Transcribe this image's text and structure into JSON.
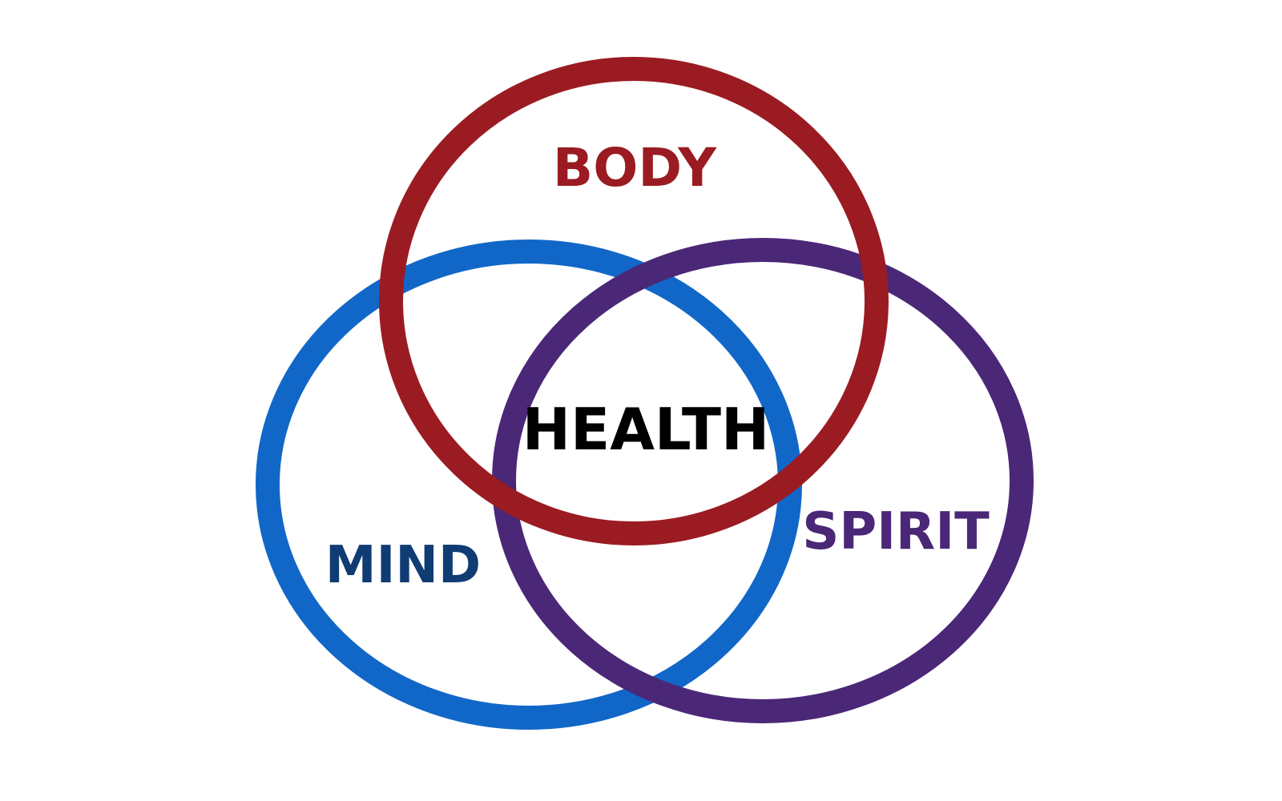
{
  "diagram": {
    "circles": [
      {
        "id": "body",
        "label": "BODY",
        "color": "#9B1B22"
      },
      {
        "id": "mind",
        "label": "MIND",
        "color": "#1167C8"
      },
      {
        "id": "spirit",
        "label": "SPIRIT",
        "color": "#4B2777"
      }
    ],
    "center_label": "HEALTH",
    "center_color": "#000000",
    "label_colors": {
      "body": "#9B1B22",
      "mind": "#0F3C73",
      "spirit": "#4B2777"
    }
  }
}
